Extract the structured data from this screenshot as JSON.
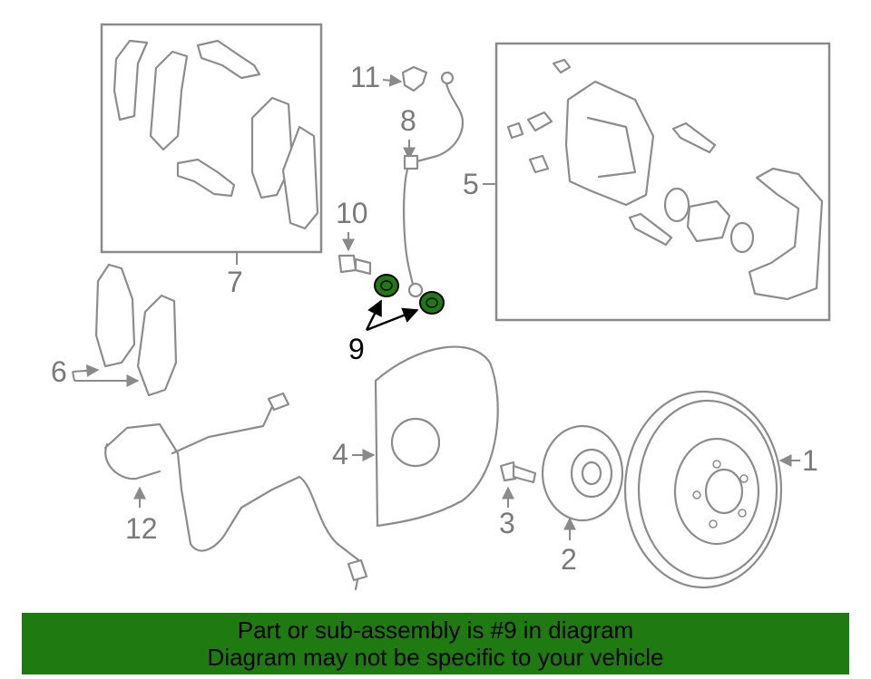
{
  "callouts": {
    "c1": "1",
    "c2": "2",
    "c3": "3",
    "c4": "4",
    "c5": "5",
    "c6": "6",
    "c7": "7",
    "c8": "8",
    "c9": "9",
    "c10": "10",
    "c11": "11",
    "c12": "12"
  },
  "highlight": {
    "part_number": "9",
    "color": "#1e7a11"
  },
  "banner": {
    "line1": "Part or sub-assembly is #9 in diagram",
    "line2": "Diagram may not be specific to your vehicle",
    "background": "#1e7a11"
  }
}
